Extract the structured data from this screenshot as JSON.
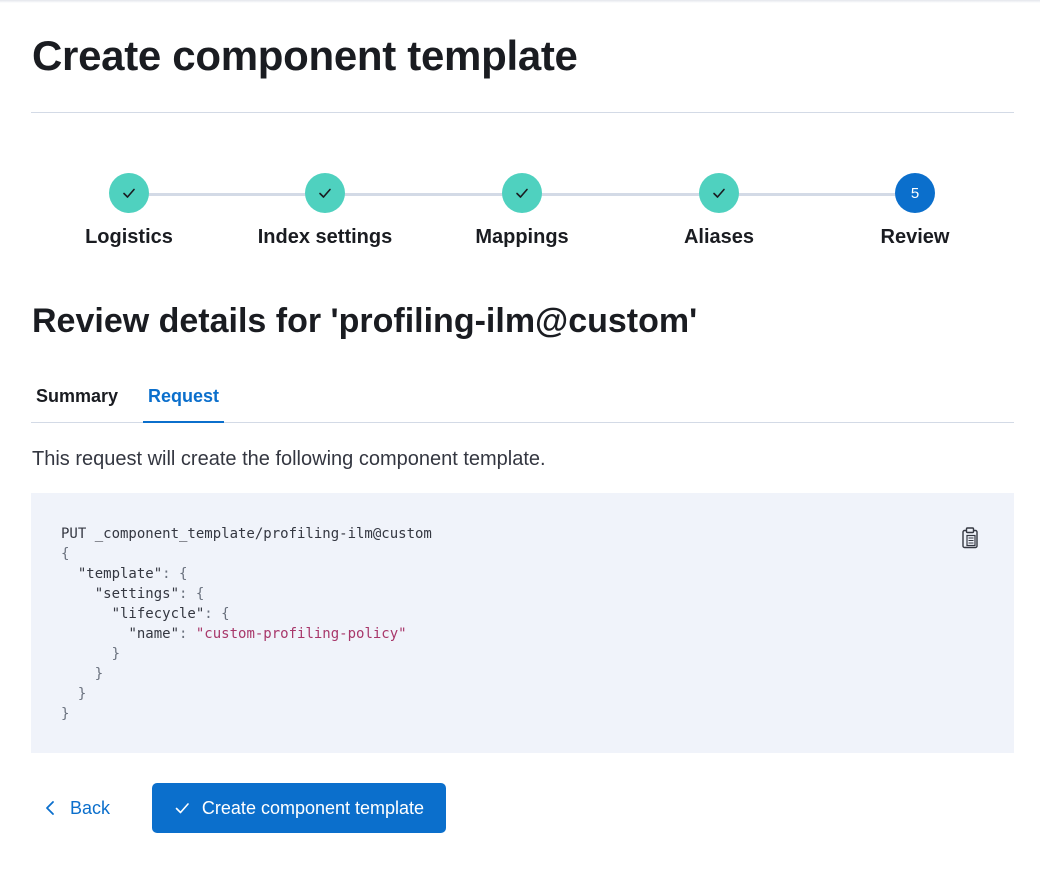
{
  "page": {
    "title": "Create component template"
  },
  "steps": [
    {
      "label": "Logistics",
      "status": "complete",
      "icon": "check-icon"
    },
    {
      "label": "Index settings",
      "status": "complete",
      "icon": "check-icon"
    },
    {
      "label": "Mappings",
      "status": "complete",
      "icon": "check-icon"
    },
    {
      "label": "Aliases",
      "status": "complete",
      "icon": "check-icon"
    },
    {
      "label": "Review",
      "status": "current",
      "number": "5"
    }
  ],
  "review": {
    "title": "Review details for 'profiling-ilm@custom'"
  },
  "tabs": [
    {
      "label": "Summary",
      "selected": false
    },
    {
      "label": "Request",
      "selected": true
    }
  ],
  "request": {
    "description": "This request will create the following component template.",
    "method_line": "PUT _component_template/profiling-ilm@custom",
    "key_template": "\"template\"",
    "key_settings": "\"settings\"",
    "key_lifecycle": "\"lifecycle\"",
    "key_name": "\"name\"",
    "value_name": "\"custom-profiling-policy\"",
    "copy_icon": "clipboard-icon"
  },
  "actions": {
    "back_label": "Back",
    "create_label": "Create component template"
  },
  "colors": {
    "primary": "#0b6fcc",
    "step_complete": "#4fd1bf",
    "code_background": "#f0f3fa",
    "code_string": "#a8376a"
  }
}
